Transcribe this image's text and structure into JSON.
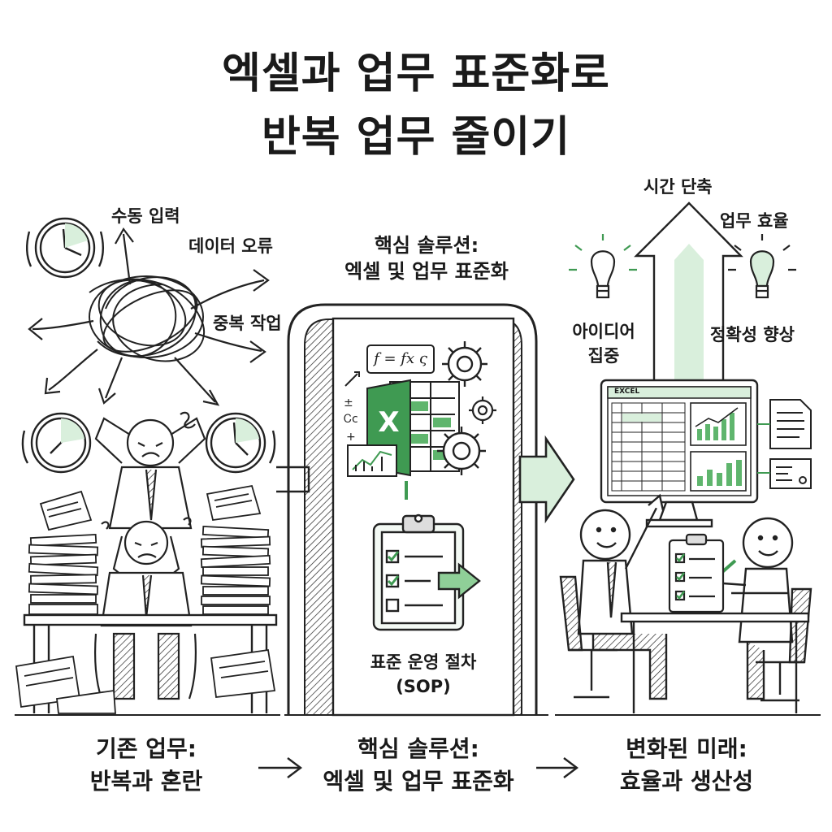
{
  "title": {
    "line1": "엑셀과 업무 표준화로",
    "line2": "반복 업무 줄이기"
  },
  "left_panel": {
    "labels": {
      "manual_input": "수동 입력",
      "data_error": "데이터 오류",
      "duplicate_work": "중복 작업"
    }
  },
  "center_panel": {
    "heading": {
      "line1": "핵심 솔루션:",
      "line2": "엑셀 및 업무 표준화"
    },
    "formula": "f = fx ς",
    "excel_letter": "X",
    "sop": {
      "line1": "표준 운영 절차",
      "line2": "(SOP)"
    }
  },
  "right_panel": {
    "time_reduction": "시간 단축",
    "work_efficiency": "업무 효율",
    "idea_focus": {
      "line1": "아이디어",
      "line2": "집중"
    },
    "accuracy": "정확성 향상",
    "monitor_title": "EXCEL"
  },
  "captions": {
    "before": {
      "line1": "기존 업무:",
      "line2": "반복과 혼란"
    },
    "solution": {
      "line1": "핵심 솔루션:",
      "line2": "엑셀 및 업무 표준화"
    },
    "after": {
      "line1": "변화된 미래:",
      "line2": "효율과 생산성"
    }
  },
  "colors": {
    "accent_green": "#3f9a52",
    "light_green": "#d9efdc",
    "ink": "#1a1a1a"
  },
  "icons": [
    "clock-icon",
    "excel-icon",
    "gear-icon",
    "clipboard-icon",
    "lightbulb-icon",
    "arrow-up-icon",
    "monitor-icon",
    "document-icon"
  ]
}
